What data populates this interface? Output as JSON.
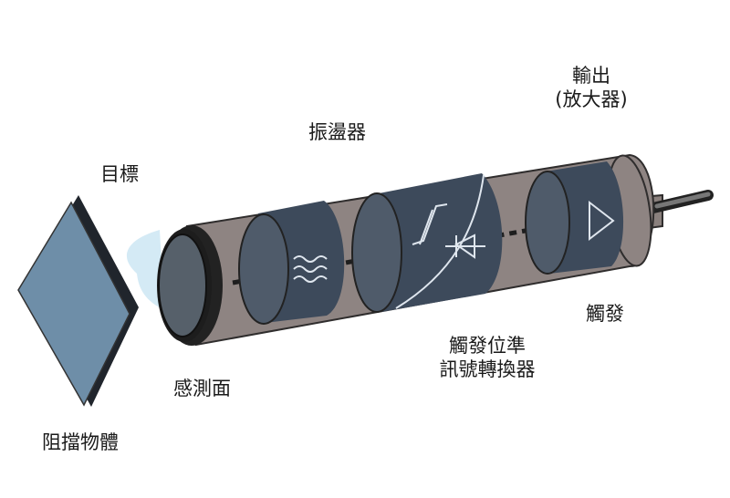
{
  "labels": {
    "target": "目標",
    "object": "阻擋物體",
    "sensing_face": "感測面",
    "oscillator": "振盪器",
    "trigger_converter_line1": "觸發位準",
    "trigger_converter_line2": "訊號轉換器",
    "output_line1": "輸出",
    "output_line2": "(放大器)",
    "trigger": "觸發"
  },
  "colors": {
    "housing": "#8e8482",
    "housing_edge": "#2f2d2d",
    "module": "#3d4a5b",
    "module_face": "#4f5b6a",
    "target_plate": "#6e8ea8",
    "sensing_glow": "#cfe8f4",
    "cable": "#222222"
  }
}
